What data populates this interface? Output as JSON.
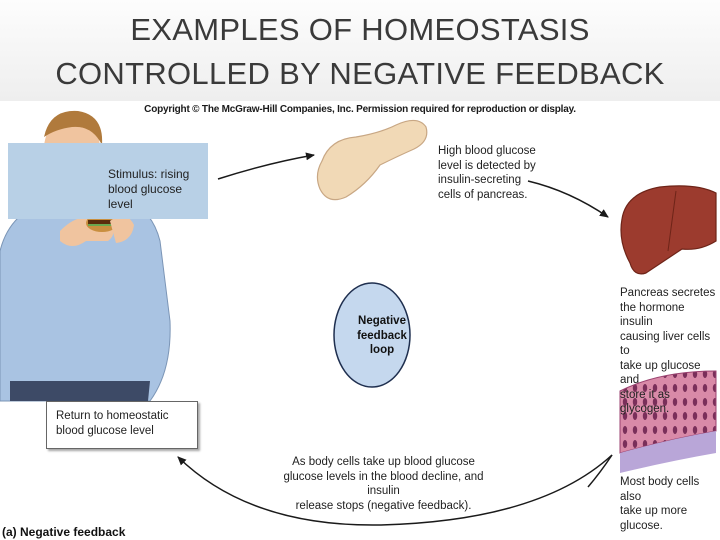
{
  "title": {
    "line1": "EXAMPLES OF HOMEOSTASIS",
    "line2": "CONTROLLED BY NEGATIVE FEEDBACK"
  },
  "figure": {
    "copyright": "Copyright © The McGraw-Hill Companies, Inc. Permission required for reproduction or display.",
    "stimulus": [
      "Stimulus: rising",
      "blood glucose level"
    ],
    "detection": [
      "High blood glucose",
      "level is detected by",
      "insulin-secreting",
      "cells of pancreas."
    ],
    "loop": [
      "Negative",
      "feedback",
      "loop"
    ],
    "secretion": [
      "Pancreas secretes",
      "the hormone insulin",
      "causing liver cells to",
      "take up glucose and",
      "store it as glycogen."
    ],
    "return": [
      "Return to homeostatic",
      "blood glucose level"
    ],
    "body_cells": [
      "As body cells take up blood glucose",
      "glucose levels in the blood decline, and insulin",
      "release stops (negative feedback)."
    ],
    "most_cells": [
      "Most body cells also",
      "take up more glucose."
    ],
    "caption": "(a) Negative feedback"
  },
  "colors": {
    "title_text": "#3a3a3a",
    "stimulus_box": "#b8d0e6",
    "loop_circle": "#c5d8ee",
    "shirt": "#a9c3e2",
    "pancreas": "#f1d9b6",
    "liver": "#9c3b2e",
    "tissue": "#c66b8d"
  }
}
